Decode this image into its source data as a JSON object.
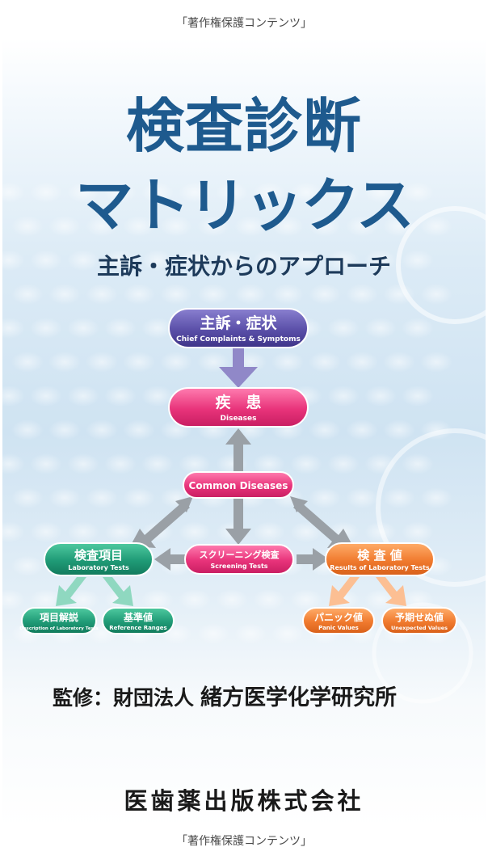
{
  "watermark": {
    "top": "「著作権保護コンテンツ」",
    "bottom": "「著作権保護コンテンツ」"
  },
  "cover": {
    "title_line1": "検査診断",
    "title_line2": "マトリックス",
    "subtitle": "主訴・症状からのアプローチ",
    "diagram": {
      "complaints": {
        "ja": "主訴・症状",
        "en": "Chief Complaints & Symptoms"
      },
      "diseases": {
        "ja": "疾　患",
        "en": "Diseases"
      },
      "common": {
        "en": "Common Diseases"
      },
      "screening": {
        "ja": "スクリーニング検査",
        "en": "Screening Tests"
      },
      "lab_tests": {
        "ja": "検査項目",
        "en": "Laboratory Tests"
      },
      "lab_results": {
        "ja": "検 査 値",
        "en": "Results of Laboratory Tests"
      },
      "description": {
        "ja": "項目解説",
        "en": "Description of Laboratory Tests"
      },
      "reference": {
        "ja": "基準値",
        "en": "Reference Ranges"
      },
      "panic": {
        "ja": "パニック値",
        "en": "Panic Values"
      },
      "unexpected": {
        "ja": "予期せぬ値",
        "en": "Unexpected Values"
      }
    },
    "colors": {
      "title": "#1e5a8e",
      "complaints": "#5a4fa8",
      "diseases": "#e8337a",
      "lab_tests": "#1f9a76",
      "lab_results": "#f07a2e",
      "arrow_gray": "#9aa0a6"
    },
    "supervisor_label": "監修：財団法人",
    "supervisor_org": "緒方医学化学研究所",
    "publisher": "医歯薬出版株式会社"
  }
}
